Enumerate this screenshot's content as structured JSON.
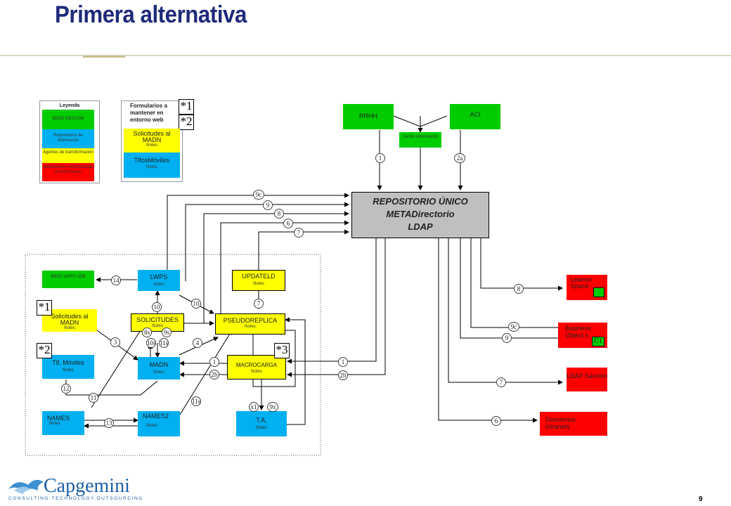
{
  "title": "Primera alternativa",
  "page_number": "9",
  "brand": {
    "name": "Capgemini",
    "tagline": "CONSULTING.TECHNOLOGY.OUTSOURCING"
  },
  "legend": {
    "title": "Leyenda",
    "items": [
      "BBDD DB2/UDB",
      "Repositorios de información",
      "Agentes de transformación",
      "Aplicaciones sincronizadas de información"
    ]
  },
  "forms": {
    "title": "Formularios a mantener en entorno web",
    "items": [
      {
        "label": "Solicitudes al MADN",
        "sub": "Notes"
      },
      {
        "label": "TlfosMóviles",
        "sub": "Notes"
      }
    ],
    "marks": [
      "*1",
      "*2"
    ]
  },
  "sources": {
    "rrhh": "RRHH",
    "aci": "ACI",
    "centro": "Centro Información"
  },
  "repo": {
    "line1": "REPOSITORIO ÚNICO",
    "line2": "METADirectorio",
    "line3": "LDAP"
  },
  "targets": {
    "learning": "Learnin Space",
    "business": "Business Object s",
    "business_badge": "C1",
    "ldap": "LDAP Savvion",
    "directorios": "Directorios intranets"
  },
  "nodes": {
    "bbdd": "BBDD LWPS UDB",
    "lwps": {
      "label": "LWPS",
      "sub": "Notes"
    },
    "updateld": {
      "label": "UPDATELD",
      "sub": "Notes"
    },
    "solicitudes_madn": {
      "label": "Solicitudes al MADN",
      "sub": "Notes"
    },
    "solicitudes": {
      "label": "SOLICITUDES",
      "sub": "Notes"
    },
    "pseudoreplica": {
      "label": "PSEUDOREPLICA",
      "sub": "Notes"
    },
    "tlf": {
      "label": "Tlf. Móviles",
      "sub": "Notes"
    },
    "madn": {
      "label": "MADN",
      "sub": "Notes"
    },
    "macrocarga": {
      "label": "MACROCARGA",
      "sub": "Notes"
    },
    "names": {
      "label": "NAMES",
      "sub": "Notes"
    },
    "names2": {
      "label": "NAMES2",
      "sub": "Notes"
    },
    "ta": {
      "label": "T.A.",
      "sub": "Notes"
    }
  },
  "stars": [
    "*1",
    "*2",
    "*3"
  ],
  "steps": [
    "9c",
    "9",
    "8",
    "6",
    "7",
    "1",
    "2a",
    "14",
    "10",
    "10",
    "7",
    "8s",
    "9s",
    "10s",
    "11s",
    "4",
    "3",
    "1",
    "2b",
    "1",
    "2b",
    "12",
    "11",
    "13",
    "11s",
    "x1",
    "9x",
    "8",
    "9c",
    "9",
    "7",
    "6"
  ]
}
